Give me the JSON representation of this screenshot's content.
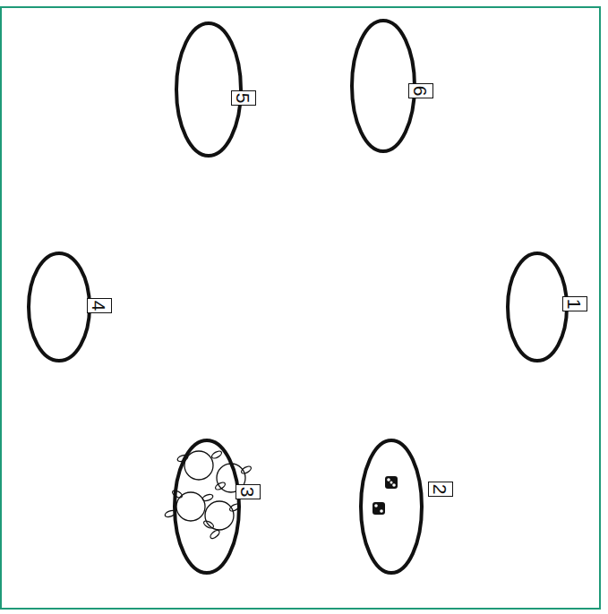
{
  "diagram": {
    "nodes": [
      {
        "text": [
          "5"
        ]
      },
      {
        "text": [
          "6"
        ]
      },
      {
        "text": [
          "4"
        ]
      },
      {
        "text": [
          "1"
        ]
      },
      {
        "text": [
          "3"
        ]
      },
      {
        "text": [
          "2"
        ]
      }
    ]
  }
}
